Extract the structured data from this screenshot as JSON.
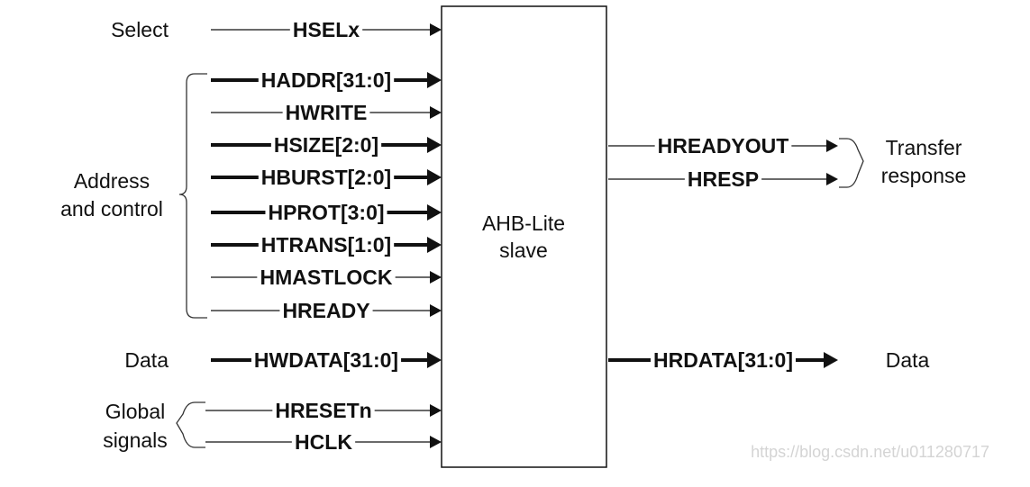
{
  "diagram": {
    "slave_label_line1": "AHB-Lite",
    "slave_label_line2": "slave",
    "groups": {
      "select": "Select",
      "address_line1": "Address",
      "address_line2": "and control",
      "data_in": "Data",
      "global_line1": "Global",
      "global_line2": "signals",
      "transfer_line1": "Transfer",
      "transfer_line2": "response",
      "data_out": "Data"
    },
    "inputs": [
      {
        "name": "HSELx",
        "bus": false
      },
      {
        "name": "HADDR[31:0]",
        "bus": true
      },
      {
        "name": "HWRITE",
        "bus": false
      },
      {
        "name": "HSIZE[2:0]",
        "bus": true
      },
      {
        "name": "HBURST[2:0]",
        "bus": true
      },
      {
        "name": "HPROT[3:0]",
        "bus": true
      },
      {
        "name": "HTRANS[1:0]",
        "bus": true
      },
      {
        "name": "HMASTLOCK",
        "bus": false
      },
      {
        "name": "HREADY",
        "bus": false
      },
      {
        "name": "HWDATA[31:0]",
        "bus": true
      },
      {
        "name": "HRESETn",
        "bus": false
      },
      {
        "name": "HCLK",
        "bus": false
      }
    ],
    "outputs": [
      {
        "name": "HREADYOUT",
        "bus": false
      },
      {
        "name": "HRESP",
        "bus": false
      },
      {
        "name": "HRDATA[31:0]",
        "bus": true
      }
    ],
    "watermark": "https://blog.csdn.net/u011280717"
  }
}
